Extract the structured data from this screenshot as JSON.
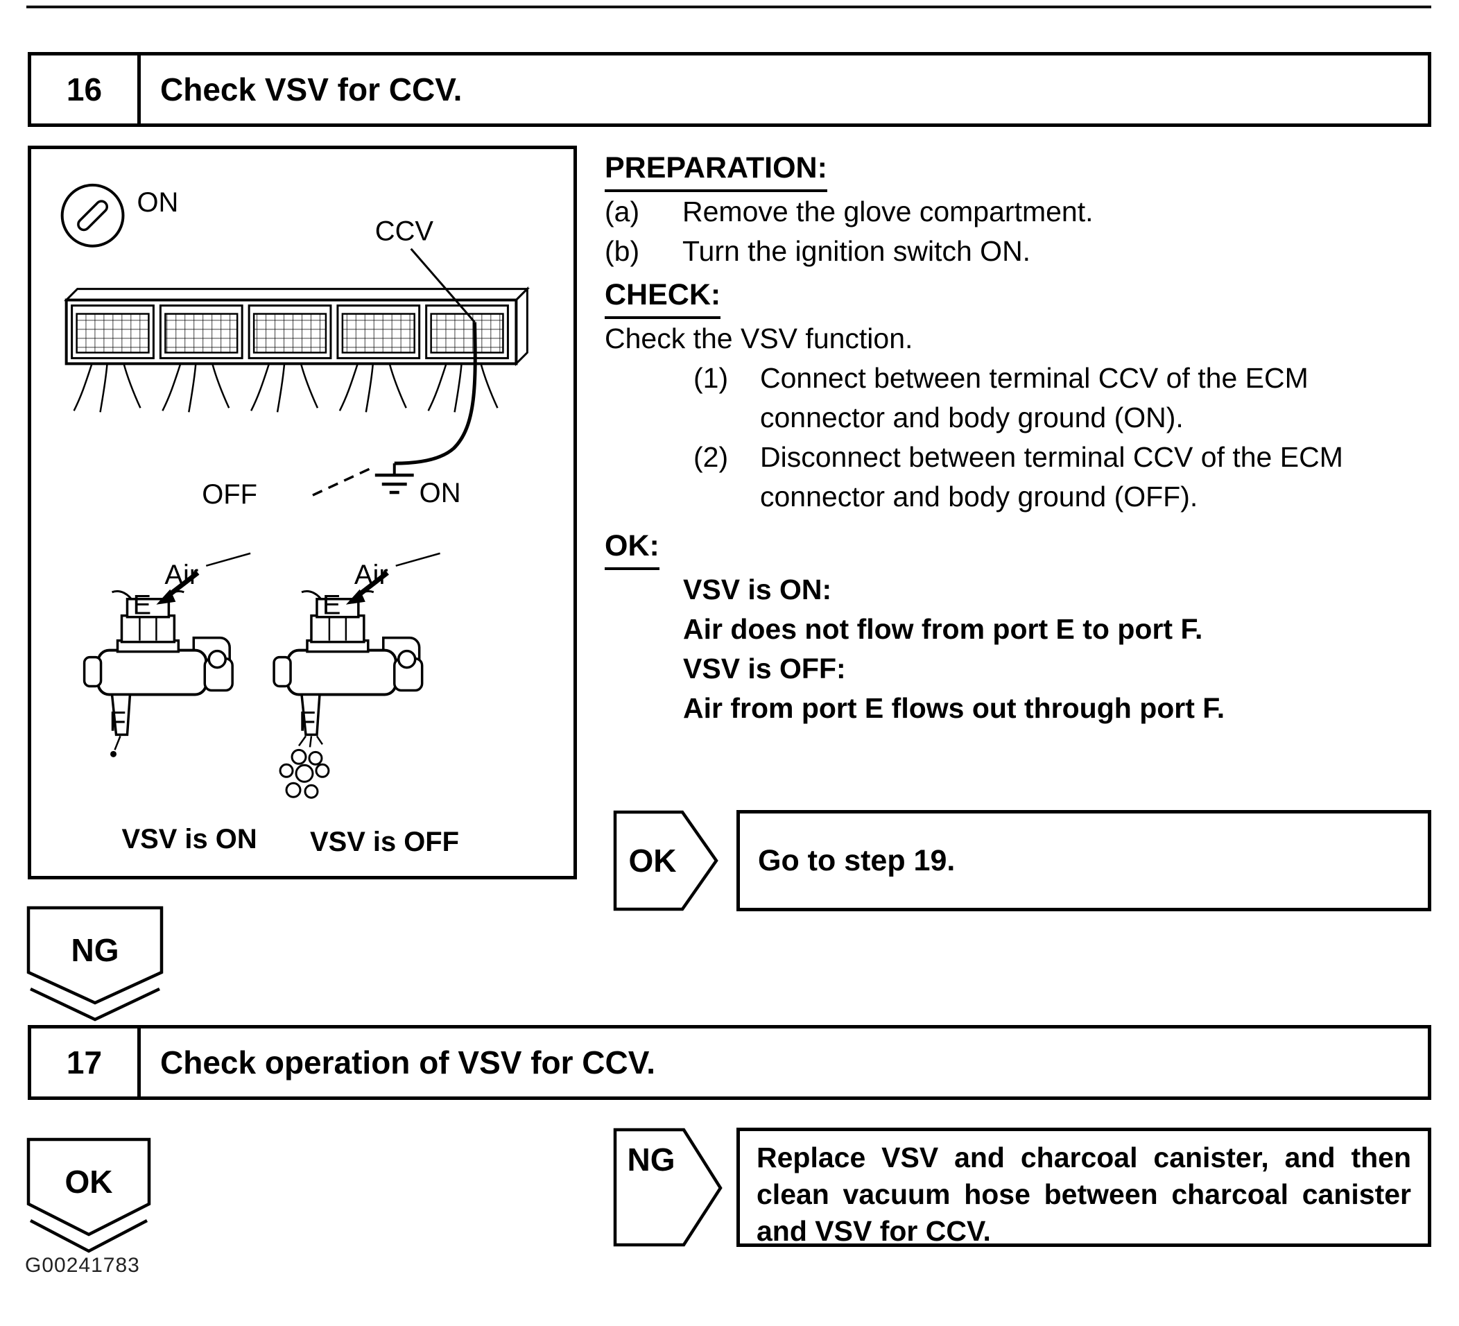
{
  "page": {
    "figure_code": "G00241783"
  },
  "steps": {
    "step16": {
      "number": "16",
      "title": "Check VSV for CCV."
    },
    "step17": {
      "number": "17",
      "title": "Check operation of VSV for CCV."
    }
  },
  "figure": {
    "ignition_label": "ON",
    "ccv_label": "CCV",
    "off_label": "OFF",
    "on_label": "ON",
    "valve_on": {
      "air": "Air",
      "port_e": "E",
      "port_f": "F",
      "caption": "VSV is ON"
    },
    "valve_off": {
      "air": "Air",
      "port_e": "E",
      "port_f": "F",
      "caption": "VSV is OFF"
    }
  },
  "instructions": {
    "preparation_heading": "PREPARATION:",
    "prep_items": [
      {
        "marker": "(a)",
        "text": "Remove the glove compartment."
      },
      {
        "marker": "(b)",
        "text": "Turn the ignition switch ON."
      }
    ],
    "check_heading": "CHECK:",
    "check_intro": "Check the VSV function.",
    "check_items": [
      {
        "marker": "(1)",
        "text": "Connect between terminal CCV of the ECM connector and body ground (ON)."
      },
      {
        "marker": "(2)",
        "text": "Disconnect between terminal CCV of the ECM connector and body ground (OFF)."
      }
    ],
    "ok_heading": "OK:",
    "ok_lines": {
      "l1": "VSV is ON:",
      "l2": "Air does not flow from port E to port F.",
      "l3": "VSV is OFF:",
      "l4": "Air from port E flows out through port F."
    }
  },
  "flow": {
    "ok_result": {
      "label": "OK",
      "action": "Go to step 19."
    },
    "ng_connector": "NG",
    "ok_connector": "OK",
    "ng_result": {
      "label": "NG",
      "action": "Replace VSV and charcoal canister, and then clean vacuum hose between charcoal canister and VSV for CCV."
    }
  }
}
